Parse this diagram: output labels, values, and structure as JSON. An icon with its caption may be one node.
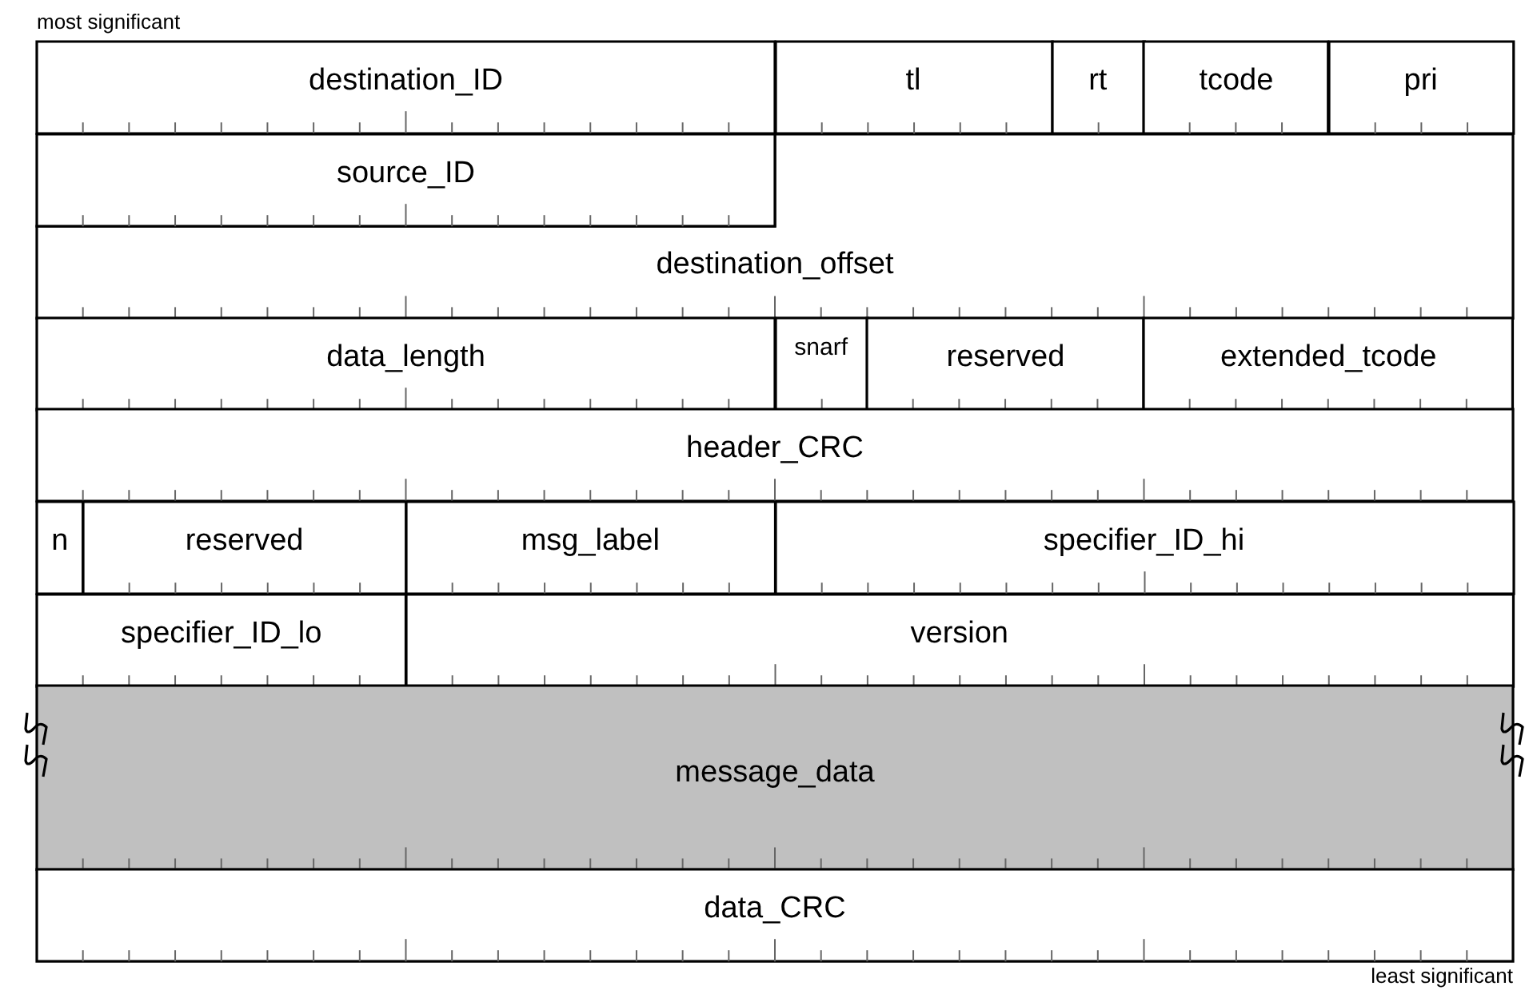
{
  "diagram": {
    "nodes": [
      {
        "text": [
          "destination_ID"
        ]
      },
      {
        "text": [
          "tl"
        ]
      },
      {
        "text": [
          "rt"
        ]
      },
      {
        "text": [
          "tcode"
        ]
      },
      {
        "text": [
          "pri"
        ]
      },
      {
        "text": [
          "source_ID"
        ]
      },
      {
        "text": [
          "destination_offset"
        ]
      },
      {
        "text": [
          "data_length"
        ]
      },
      {
        "text": [
          "snarf"
        ]
      },
      {
        "text": [
          "reserved"
        ]
      },
      {
        "text": [
          "extended_tcode"
        ]
      },
      {
        "text": [
          "header_CRC"
        ]
      },
      {
        "text": [
          "n"
        ]
      },
      {
        "text": [
          "reserved"
        ]
      },
      {
        "text": [
          "msg_label"
        ]
      },
      {
        "text": [
          "specifier_ID_hi"
        ]
      },
      {
        "text": [
          "specifier_ID_lo"
        ]
      },
      {
        "text": [
          "version"
        ]
      },
      {
        "text": [
          "message_data"
        ]
      },
      {
        "text": [
          "data_CRC"
        ]
      }
    ],
    "labels": [
      "most significant",
      "least significant"
    ]
  }
}
